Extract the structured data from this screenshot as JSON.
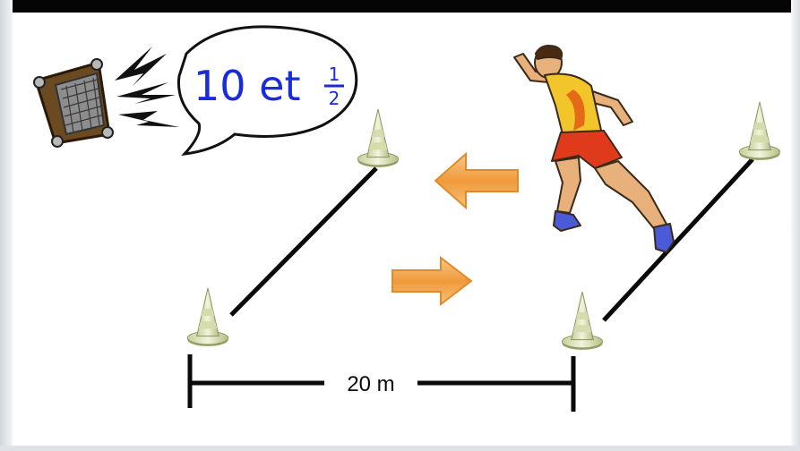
{
  "speech_bubble": {
    "main_text": "10 et",
    "fraction_numerator": "1",
    "fraction_denominator": "2",
    "text_color": "#1a2bdc"
  },
  "distance": {
    "label": "20 m"
  },
  "arrows": {
    "top_direction": "left",
    "bottom_direction": "right",
    "color": "#f2a64a"
  },
  "icons": [
    "speaker-icon",
    "sound-waves-icon",
    "runner-icon",
    "cone-icon",
    "arrow-left-icon",
    "arrow-right-icon"
  ]
}
